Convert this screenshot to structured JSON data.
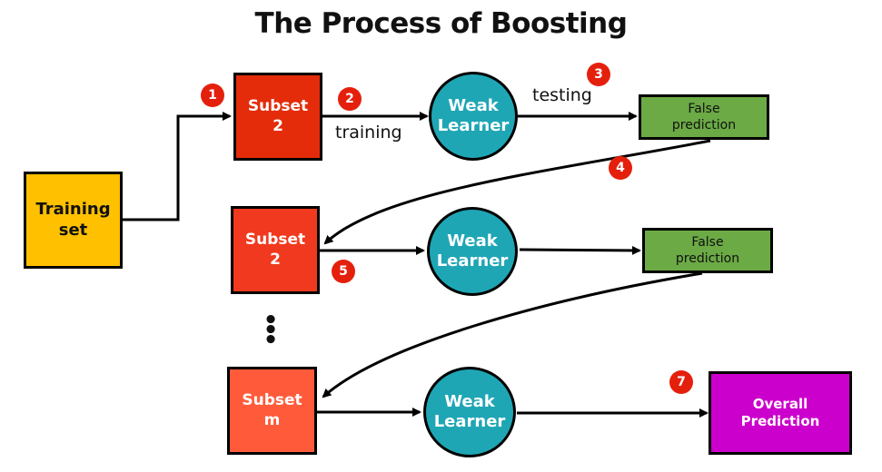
{
  "title": "The Process of Boosting",
  "colors": {
    "training_set": "#FFC000",
    "subset_dark": "#E42C0A",
    "subset_mid": "#F0391E",
    "subset_light": "#FF5B3A",
    "learner": "#1FA6B5",
    "prediction": "#6BAA45",
    "overall": "#CC00CC",
    "badge": "#E4200D"
  },
  "nodes": {
    "training_set": {
      "line1": "Training",
      "line2": "set"
    },
    "subset_top": {
      "line1": "Subset",
      "line2": "2"
    },
    "subset_middle": {
      "line1": "Subset",
      "line2": "2"
    },
    "subset_bottom": {
      "line1": "Subset",
      "line2": "m"
    },
    "learner_top": {
      "line1": "Weak",
      "line2": "Learner"
    },
    "learner_middle": {
      "line1": "Weak",
      "line2": "Learner"
    },
    "learner_bottom": {
      "line1": "Weak",
      "line2": "Learner"
    },
    "false_prediction_top": {
      "line1": "False",
      "line2": "prediction"
    },
    "false_prediction_middle": {
      "line1": "False",
      "line2": "prediction"
    },
    "overall_prediction": {
      "line1": "Overall",
      "line2": "Prediction"
    }
  },
  "edge_labels": {
    "training": "training",
    "testing": "testing"
  },
  "ellipsis": "⋮",
  "steps": [
    "1",
    "2",
    "3",
    "4",
    "5",
    "7"
  ]
}
